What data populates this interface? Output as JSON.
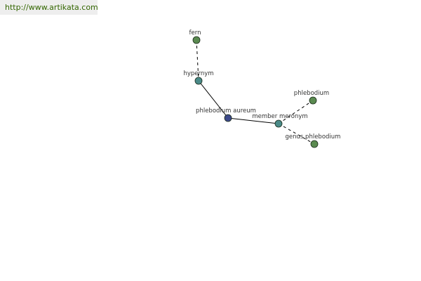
{
  "banner": {
    "url": "http://www.artikata.com"
  },
  "colors": {
    "banner_text": "#336600",
    "banner_bg": "#eeeeee",
    "node_leaf": "#5a8a50",
    "node_relation": "#4a8a88",
    "node_center": "#3d4a8a",
    "edge": "#000000"
  },
  "graph": {
    "nodes": [
      {
        "id": "fern",
        "label": "fern",
        "kind": "leaf"
      },
      {
        "id": "hypernym",
        "label": "hypernym",
        "kind": "relation"
      },
      {
        "id": "center",
        "label": "phlebodium aureum",
        "kind": "center"
      },
      {
        "id": "member_meronym",
        "label": "member meronym",
        "kind": "relation"
      },
      {
        "id": "phlebodium",
        "label": "phlebodium",
        "kind": "leaf"
      },
      {
        "id": "genus_phlebodium",
        "label": "genus phlebodium",
        "kind": "leaf"
      }
    ],
    "edges": [
      {
        "from": "fern",
        "to": "hypernym",
        "style": "dashed"
      },
      {
        "from": "hypernym",
        "to": "center",
        "style": "solid"
      },
      {
        "from": "center",
        "to": "member_meronym",
        "style": "solid"
      },
      {
        "from": "member_meronym",
        "to": "phlebodium",
        "style": "dashed"
      },
      {
        "from": "member_meronym",
        "to": "genus_phlebodium",
        "style": "dashed"
      }
    ]
  }
}
